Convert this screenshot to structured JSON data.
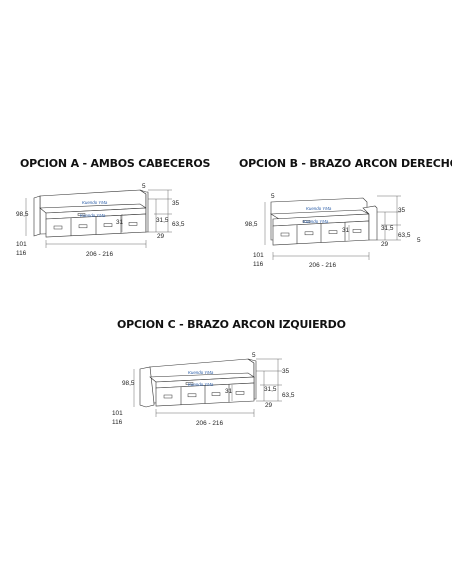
{
  "options": [
    {
      "title": "OPCION A - AMBOS CABECEROS",
      "brand": "Kuendo YMa",
      "dims": {
        "d_5": "5",
        "d_35": "35",
        "d_31_5": "31,5",
        "d_63_5": "63,5",
        "d_29": "29",
        "d_31": "31",
        "d_98_5": "98,5",
        "d_101": "101",
        "d_116": "116",
        "d_width": "206 - 216"
      }
    },
    {
      "title": "OPCION B - BRAZO ARCON DERECHO",
      "brand": "Kuendo YMa",
      "dims": {
        "d_5": "5",
        "d_35": "35",
        "d_31_5": "31,5",
        "d_63_5": "63,5",
        "d_29": "29",
        "d_31": "31",
        "d_98_5": "98,5",
        "d_101": "101",
        "d_116": "116",
        "d_width": "206 - 216",
        "d_5b": "5"
      }
    },
    {
      "title": "OPCION C - BRAZO ARCON IZQUIERDO",
      "brand": "Kuendo YMa",
      "dims": {
        "d_5": "5",
        "d_35": "35",
        "d_31_5": "31,5",
        "d_63_5": "63,5",
        "d_29": "29",
        "d_31": "31",
        "d_98_5": "98,5",
        "d_101": "101",
        "d_116": "116",
        "d_width": "206 - 216"
      }
    }
  ]
}
